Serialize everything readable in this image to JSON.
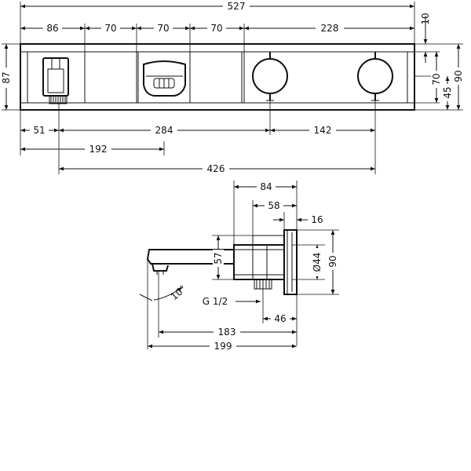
{
  "front_view": {
    "dims_top": {
      "overall_width": "527",
      "seg_1": "86",
      "seg_2": "70",
      "seg_3": "70",
      "seg_4": "70",
      "seg_5": "228"
    },
    "dims_right": {
      "top_offset": "10",
      "inner": "70",
      "total": "90",
      "center": "45"
    },
    "dim_left_height": "87",
    "dims_bottom": {
      "d51": "51",
      "d284": "284",
      "d142": "142",
      "d192": "192",
      "d426": "426"
    }
  },
  "side_view": {
    "d84": "84",
    "d58": "58",
    "d16": "16",
    "d57": "57",
    "d44": "Ø44",
    "d90": "90",
    "angle": "10°",
    "thread": "G 1/2",
    "d46": "46",
    "d183": "183",
    "d199": "199"
  }
}
